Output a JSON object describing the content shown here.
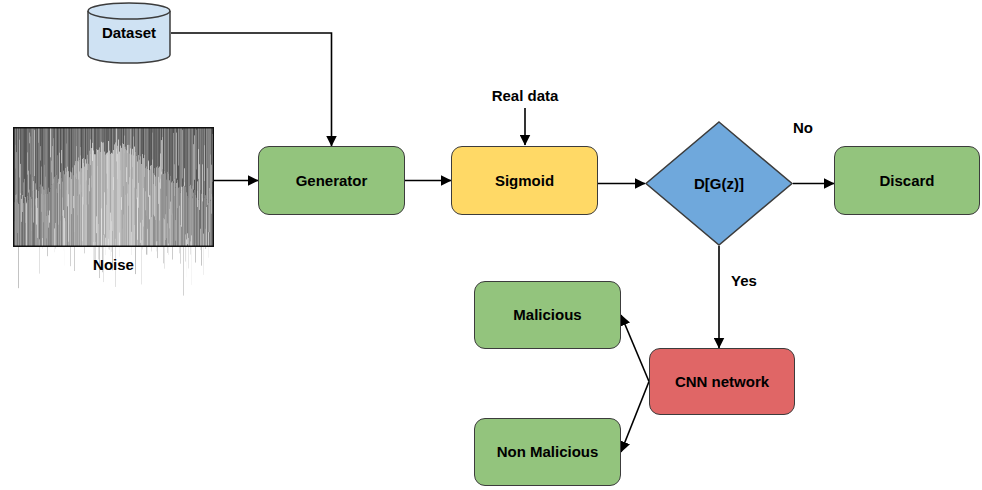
{
  "diagram": {
    "nodes": [
      {
        "text": [
          "Dataset"
        ]
      },
      {
        "text": [
          "Noise"
        ]
      },
      {
        "text": [
          "Generator"
        ]
      },
      {
        "text": [
          "Sigmoid"
        ]
      },
      {
        "text": [
          "D[G(z)]"
        ]
      },
      {
        "text": [
          "Discard"
        ]
      },
      {
        "text": [
          "Malicious"
        ]
      },
      {
        "text": [
          "CNN network"
        ]
      },
      {
        "text": [
          "Non Malicious"
        ]
      }
    ],
    "edges": [
      {
        "from": 0,
        "to": 2,
        "arrow": "to"
      },
      {
        "from": 1,
        "to": 2,
        "arrow": "to"
      },
      {
        "from": 2,
        "to": 3,
        "arrow": "to"
      },
      {
        "from": 3,
        "to": 4,
        "arrow": "to"
      },
      {
        "from": 4,
        "to": 5,
        "label": "No",
        "arrow": "to"
      },
      {
        "from": 4,
        "to": 7,
        "label": "Yes",
        "arrow": "to"
      },
      {
        "from": 7,
        "to": 6,
        "arrow": "to"
      },
      {
        "from": 7,
        "to": 8,
        "arrow": "to"
      }
    ],
    "labels": [
      "Real data"
    ]
  }
}
